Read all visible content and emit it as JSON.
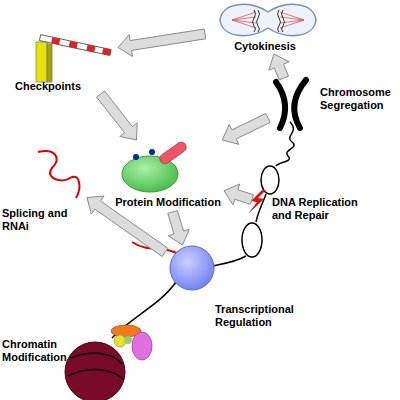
{
  "diagram": {
    "nodes": [
      {
        "text": [
          "Cytokinesis"
        ]
      },
      {
        "text": [
          "Checkpoints"
        ]
      },
      {
        "text": [
          "Chromosome Segregation"
        ]
      },
      {
        "text": [
          "Splicing and RNAi"
        ]
      },
      {
        "text": [
          "Protein Modification"
        ]
      },
      {
        "text": [
          "DNA Replication and Repair"
        ]
      },
      {
        "text": [
          "Transcriptional Regulation"
        ]
      },
      {
        "text": [
          "Chromatin Modification"
        ]
      }
    ],
    "edges": [
      {
        "from": 2,
        "to": 0,
        "arrow": "to"
      },
      {
        "from": 0,
        "to": 1,
        "arrow": "to"
      },
      {
        "from": 2,
        "to": 4,
        "arrow": "to"
      },
      {
        "from": 1,
        "to": 4,
        "arrow": "to"
      },
      {
        "from": 5,
        "to": 4,
        "arrow": "to"
      },
      {
        "from": 4,
        "to": 6,
        "arrow": "to"
      },
      {
        "from": 6,
        "to": 3,
        "arrow": "to"
      }
    ]
  }
}
